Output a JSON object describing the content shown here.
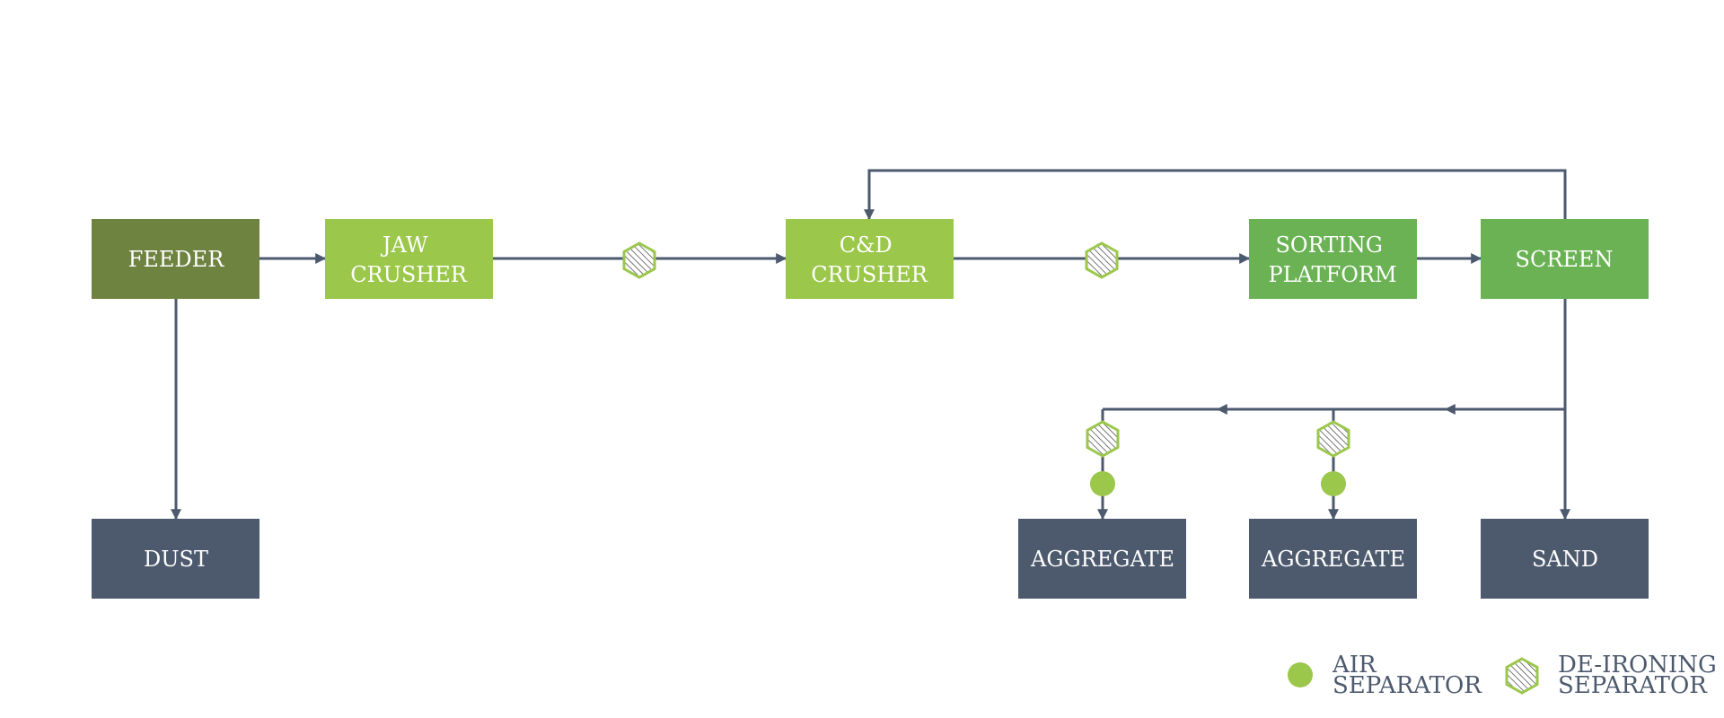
{
  "nodes": {
    "feeder": {
      "lines": [
        "FEEDER"
      ]
    },
    "jaw": {
      "lines": [
        "JAW",
        "CRUSHER"
      ]
    },
    "cd": {
      "lines": [
        "C&D",
        "CRUSHER"
      ]
    },
    "sorting": {
      "lines": [
        "SORTING",
        "PLATFORM"
      ]
    },
    "screen": {
      "lines": [
        "SCREEN"
      ]
    },
    "dust": {
      "lines": [
        "DUST"
      ]
    },
    "agg1": {
      "lines": [
        "AGGREGATE"
      ]
    },
    "agg2": {
      "lines": [
        "AGGREGATE"
      ]
    },
    "sand": {
      "lines": [
        "SAND"
      ]
    }
  },
  "legend": {
    "air_separator": [
      "AIR",
      "SEPARATOR"
    ],
    "deironing_separator": [
      "DE-IRONING",
      "SEPARATOR"
    ]
  },
  "colors": {
    "dark_olive": "#6e833f",
    "light_green": "#9bc74b",
    "mid_green": "#6ab254",
    "slate": "#4d5a6e",
    "line": "#4d5a6e",
    "separator_green": "#9bc74b"
  }
}
